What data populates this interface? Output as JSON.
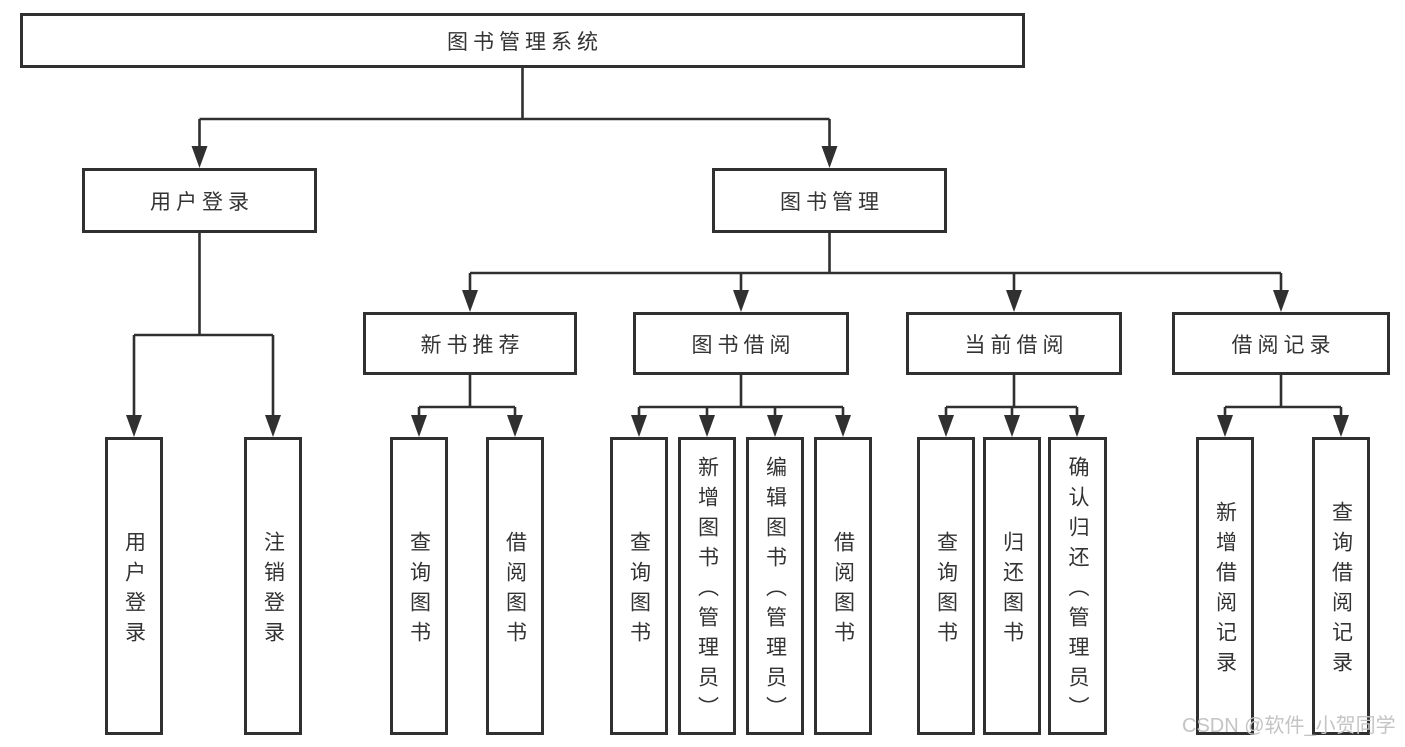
{
  "root": {
    "label": "图书管理系统"
  },
  "level2": [
    {
      "label": "用户登录"
    },
    {
      "label": "图书管理"
    }
  ],
  "level3": [
    {
      "label": "新书推荐"
    },
    {
      "label": "图书借阅"
    },
    {
      "label": "当前借阅"
    },
    {
      "label": "借阅记录"
    }
  ],
  "leaves": {
    "user_login": [
      {
        "label": "用户登录"
      },
      {
        "label": "注销登录"
      }
    ],
    "new_book_recommend": [
      {
        "label": "查询图书"
      },
      {
        "label": "借阅图书"
      }
    ],
    "book_borrow": [
      {
        "label": "查询图书"
      },
      {
        "label": "新增图书（管理员）"
      },
      {
        "label": "编辑图书（管理员）"
      },
      {
        "label": "借阅图书"
      }
    ],
    "current_borrow": [
      {
        "label": "查询图书"
      },
      {
        "label": "归还图书"
      },
      {
        "label": "确认归还（管理员）"
      }
    ],
    "borrow_records": [
      {
        "label": "新增借阅记录"
      },
      {
        "label": "查询借阅记录"
      }
    ]
  },
  "watermark": "CSDN @软件_小贺同学",
  "colors": {
    "line": "#303030",
    "text": "#333333",
    "background": "#ffffff",
    "watermark": "#c4c4c4"
  }
}
